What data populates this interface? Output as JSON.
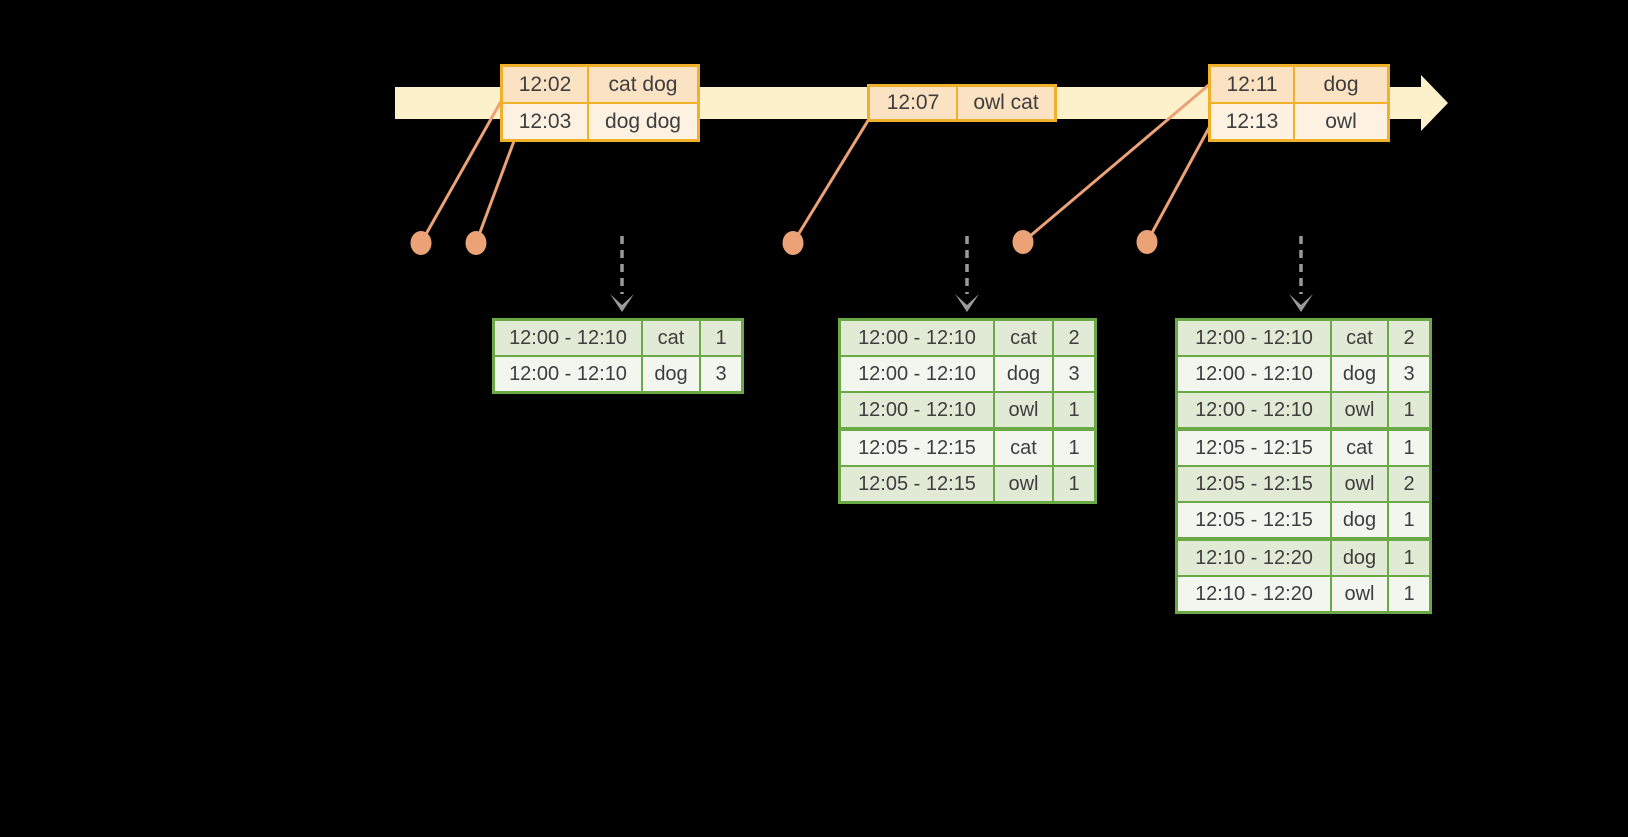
{
  "palette": {
    "background": "#000000",
    "timeline_fill": "#fdf1cc",
    "event_table_border": "#f0b02a",
    "event_row_dark": "#fbe2c2",
    "event_row_light": "#fdf2e2",
    "result_table_border": "#6aa945",
    "result_row_green": "#e0ead5",
    "result_row_light": "#f3f6ef",
    "dot_and_leader_color": "#eba277",
    "trigger_arrow_color": "#9a9a9a",
    "text_color": "#3e3e3e"
  },
  "graphics": {
    "timeline_arrow": "cream right-pointing arrow band",
    "event_dots": "5 salmon dots with leader lines to event tables",
    "trigger_arrows": "3 gray dashed down-arrows onto result tables"
  },
  "event_tables": [
    {
      "rows": [
        {
          "time": "12:02",
          "words": "cat dog"
        },
        {
          "time": "12:03",
          "words": "dog dog"
        }
      ]
    },
    {
      "rows": [
        {
          "time": "12:07",
          "words": "owl cat"
        }
      ]
    },
    {
      "rows": [
        {
          "time": "12:11",
          "words": "dog"
        },
        {
          "time": "12:13",
          "words": "owl"
        }
      ]
    }
  ],
  "result_tables": [
    {
      "rows": [
        {
          "window": "12:00 - 12:10",
          "word": "cat",
          "count": "1"
        },
        {
          "window": "12:00 - 12:10",
          "word": "dog",
          "count": "3"
        }
      ]
    },
    {
      "rows": [
        {
          "window": "12:00 - 12:10",
          "word": "cat",
          "count": "2"
        },
        {
          "window": "12:00 - 12:10",
          "word": "dog",
          "count": "3"
        },
        {
          "window": "12:00 - 12:10",
          "word": "owl",
          "count": "1"
        },
        {
          "window": "12:05 - 12:15",
          "word": "cat",
          "count": "1"
        },
        {
          "window": "12:05 - 12:15",
          "word": "owl",
          "count": "1"
        }
      ]
    },
    {
      "rows": [
        {
          "window": "12:00 - 12:10",
          "word": "cat",
          "count": "2"
        },
        {
          "window": "12:00 - 12:10",
          "word": "dog",
          "count": "3"
        },
        {
          "window": "12:00 - 12:10",
          "word": "owl",
          "count": "1"
        },
        {
          "window": "12:05 - 12:15",
          "word": "cat",
          "count": "1"
        },
        {
          "window": "12:05 - 12:15",
          "word": "owl",
          "count": "2"
        },
        {
          "window": "12:05 - 12:15",
          "word": "dog",
          "count": "1"
        },
        {
          "window": "12:10 - 12:20",
          "word": "dog",
          "count": "1"
        },
        {
          "window": "12:10 - 12:20",
          "word": "owl",
          "count": "1"
        }
      ]
    }
  ]
}
